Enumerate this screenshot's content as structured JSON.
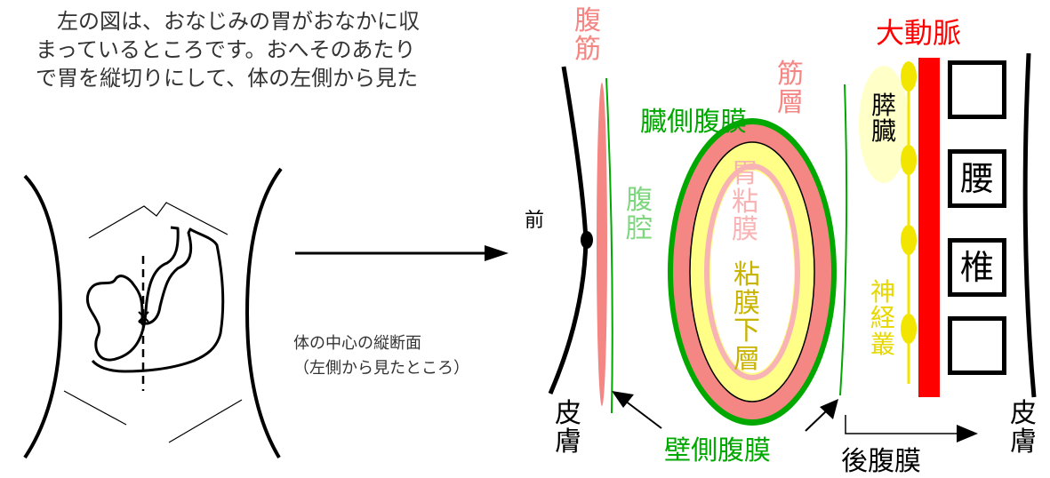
{
  "intro_text": "　左の図は、おなじみの胃がおなかに収\nまっているところです。おへそのあたり\nで胃を縦切りにして、体の左側から見た",
  "caption": {
    "line1": "体の中心の縦断面",
    "line2": "（左側から見たところ）"
  },
  "labels": {
    "front": "前",
    "abdominal_muscle": "腹筋",
    "peritoneal_cavity": "腹腔",
    "visceral_peritoneum": "臓側腹膜",
    "muscle_layer": "筋層",
    "gastric_mucosa": "胃粘膜",
    "submucosa": "粘膜下層",
    "aorta": "大動脈",
    "pancreas": "膵臓",
    "nerve_plexus": "神経叢",
    "skin_left": "皮膚",
    "skin_right": "皮膚",
    "parietal_peritoneum": "壁側腹膜",
    "retroperitoneum": "後腹膜",
    "lumbar_vertebra": [
      "",
      "腰",
      "椎",
      ""
    ]
  },
  "colors": {
    "muscle": "#F48684",
    "peritoneum_green": "#00A800",
    "cavity_green": "#7ED67E",
    "submucosa_yellow": "#FFFF88",
    "submucosa_text": "#C8B400",
    "mucosa_pink": "#F8B4B4",
    "aorta_red": "#FF0000",
    "nerve_yellow": "#F2E600",
    "pancreas_fill": "#FFFFC8"
  },
  "icons": [
    "cross-mark-icon",
    "arrow-right-icon"
  ]
}
